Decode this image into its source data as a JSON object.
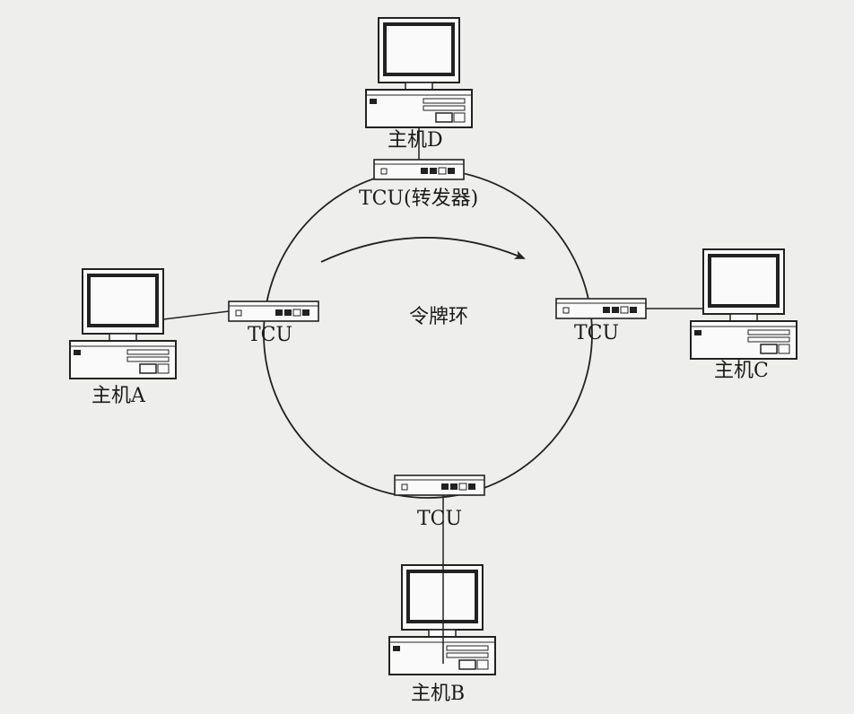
{
  "diagram": {
    "ring_label": "令牌环",
    "nodes": {
      "d": {
        "host_label": "主机D",
        "tcu_label": "TCU(转发器)"
      },
      "a": {
        "host_label": "主机A",
        "tcu_label": "TCU"
      },
      "c": {
        "host_label": "主机C",
        "tcu_label": "TCU"
      },
      "b": {
        "host_label": "主机B",
        "tcu_label": "TCU"
      }
    }
  }
}
